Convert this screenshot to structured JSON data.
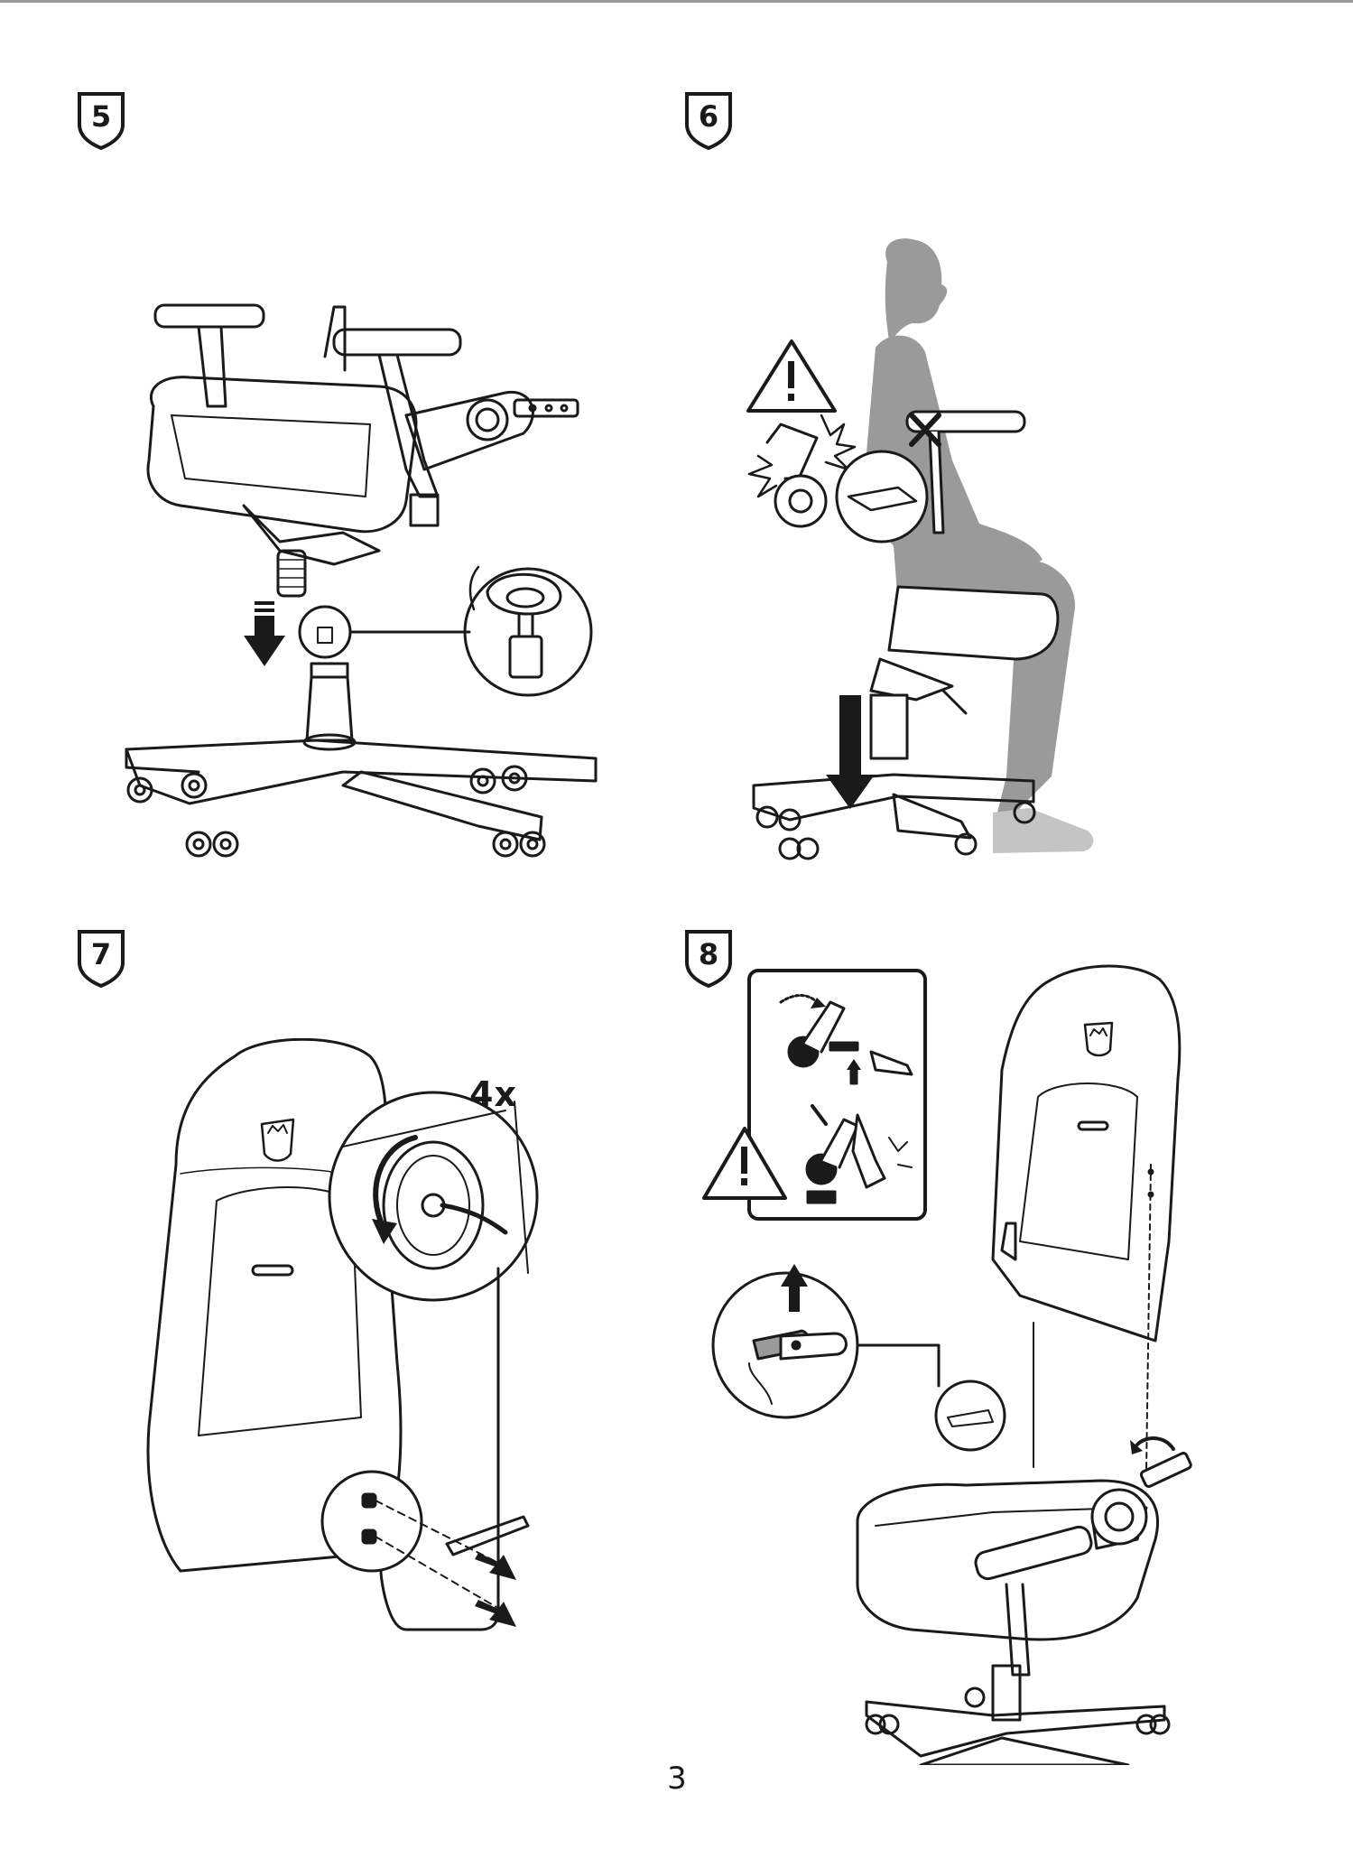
{
  "steps": [
    {
      "number": "5"
    },
    {
      "number": "6"
    },
    {
      "number": "7"
    },
    {
      "number": "8"
    }
  ],
  "step7": {
    "quantity": "4x"
  },
  "footer": {
    "page_number": "3"
  },
  "icons": [
    "warning-icon",
    "prohibited-x-icon",
    "rotate-arrow-icon",
    "down-arrow-icon",
    "up-arrow-icon"
  ],
  "colors": {
    "line": "#1a1a1a",
    "silhouette": "#9a9a9a",
    "paper": "#ffffff"
  }
}
